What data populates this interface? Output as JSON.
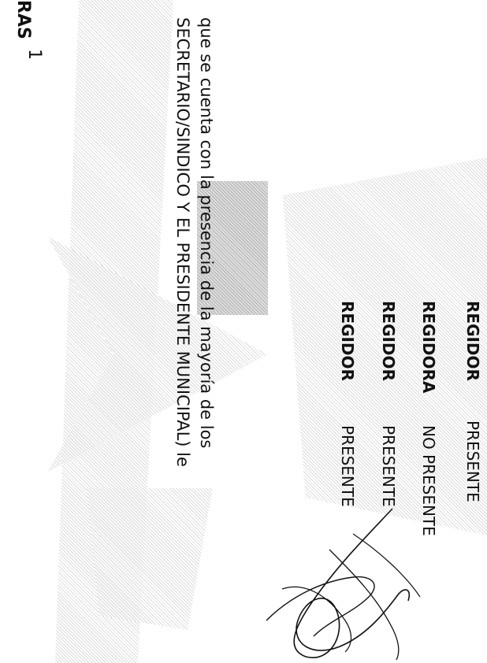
{
  "header": {
    "fragment": "RAS"
  },
  "attendance": [
    {
      "role": "REGIDOR",
      "status": "PRESENTE"
    },
    {
      "role": "REGIDORA",
      "status": "NO PRESENTE"
    },
    {
      "role": "REGIDOR",
      "status": "PRESENTE"
    },
    {
      "role": "REGIDOR",
      "status": "PRESENTE"
    }
  ],
  "body": {
    "line1": "que se cuenta con la presencia de la mayoría de los",
    "line2": "SECRETARIO/SINDICO Y EL PRESIDENTE MUNICIPAL) le"
  },
  "page_number": "1",
  "colors": {
    "watermark": "#cfcfcf",
    "text": "#111111"
  }
}
